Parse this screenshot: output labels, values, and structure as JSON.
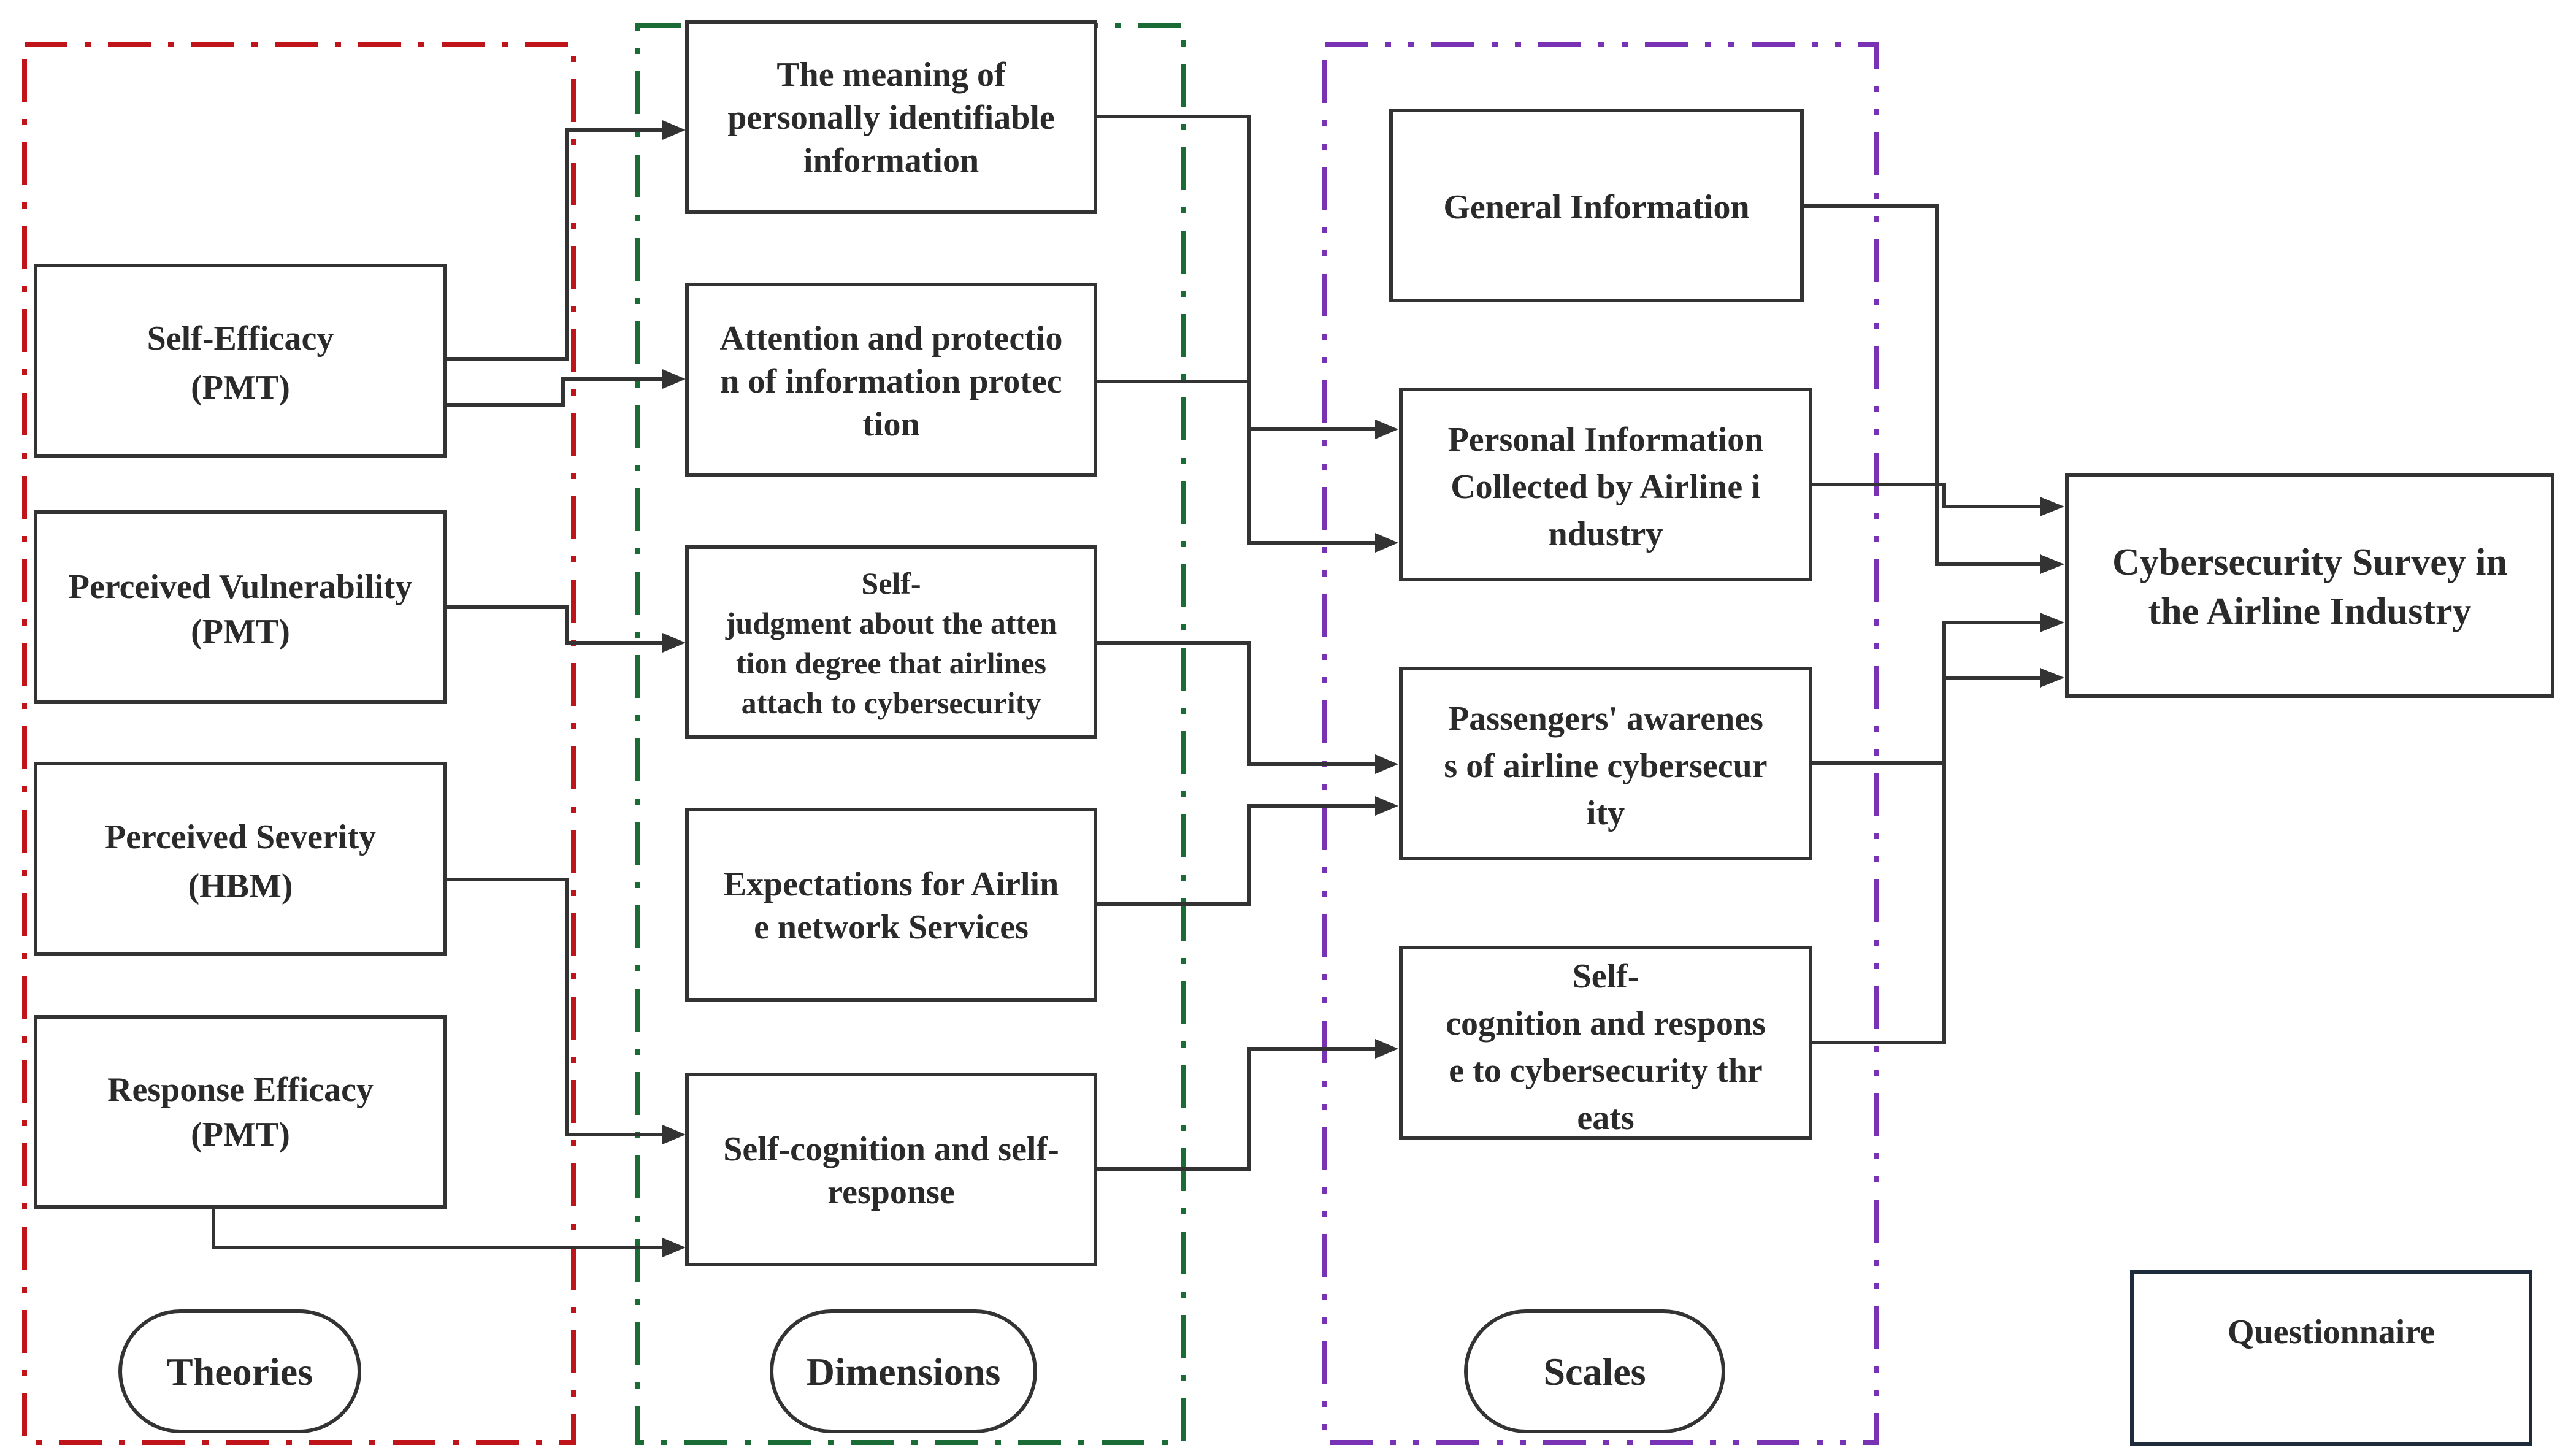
{
  "groups": {
    "theories_label": "Theories",
    "dimensions_label": "Dimensions",
    "scales_label": "Scales"
  },
  "theories": {
    "self_efficacy": [
      "Self-Efficacy",
      "(PMT)"
    ],
    "perceived_vulnerability": [
      "Perceived Vulnerability",
      "(PMT)"
    ],
    "perceived_severity": [
      "Perceived Severity",
      "(HBM)"
    ],
    "response_efficacy": [
      "Response Efficacy",
      "(PMT)"
    ]
  },
  "dimensions": {
    "pii_meaning": [
      "The meaning of",
      "personally identifiable",
      "information"
    ],
    "attention_protection": [
      "Attention and protectio",
      "n of information protec",
      "tion"
    ],
    "self_judgment": [
      "Self-",
      "judgment about the atten",
      "tion degree that airlines",
      "attach to cybersecurity"
    ],
    "expectations": [
      "Expectations for Airlin",
      "e network Services"
    ],
    "self_cognition": [
      "Self-cognition and self-",
      "response"
    ]
  },
  "scales": {
    "general_information": [
      "General Information"
    ],
    "personal_information": [
      "Personal Information",
      "Collected by Airline i",
      "ndustry"
    ],
    "passenger_awareness": [
      "Passengers' awarenes",
      "s of airline cybersecur",
      "ity"
    ],
    "self_cognition_response": [
      "Self-",
      "cognition and respons",
      "e to cybersecurity thr",
      "eats"
    ]
  },
  "target": [
    "Cybersecurity Survey in",
    "the Airline Industry"
  ],
  "legend": {
    "questionnaire": "Questionnaire"
  },
  "colors": {
    "theories_border": "#c0141b",
    "dimensions_border": "#1b6b37",
    "scales_border": "#7a32b4",
    "line": "#333333"
  }
}
